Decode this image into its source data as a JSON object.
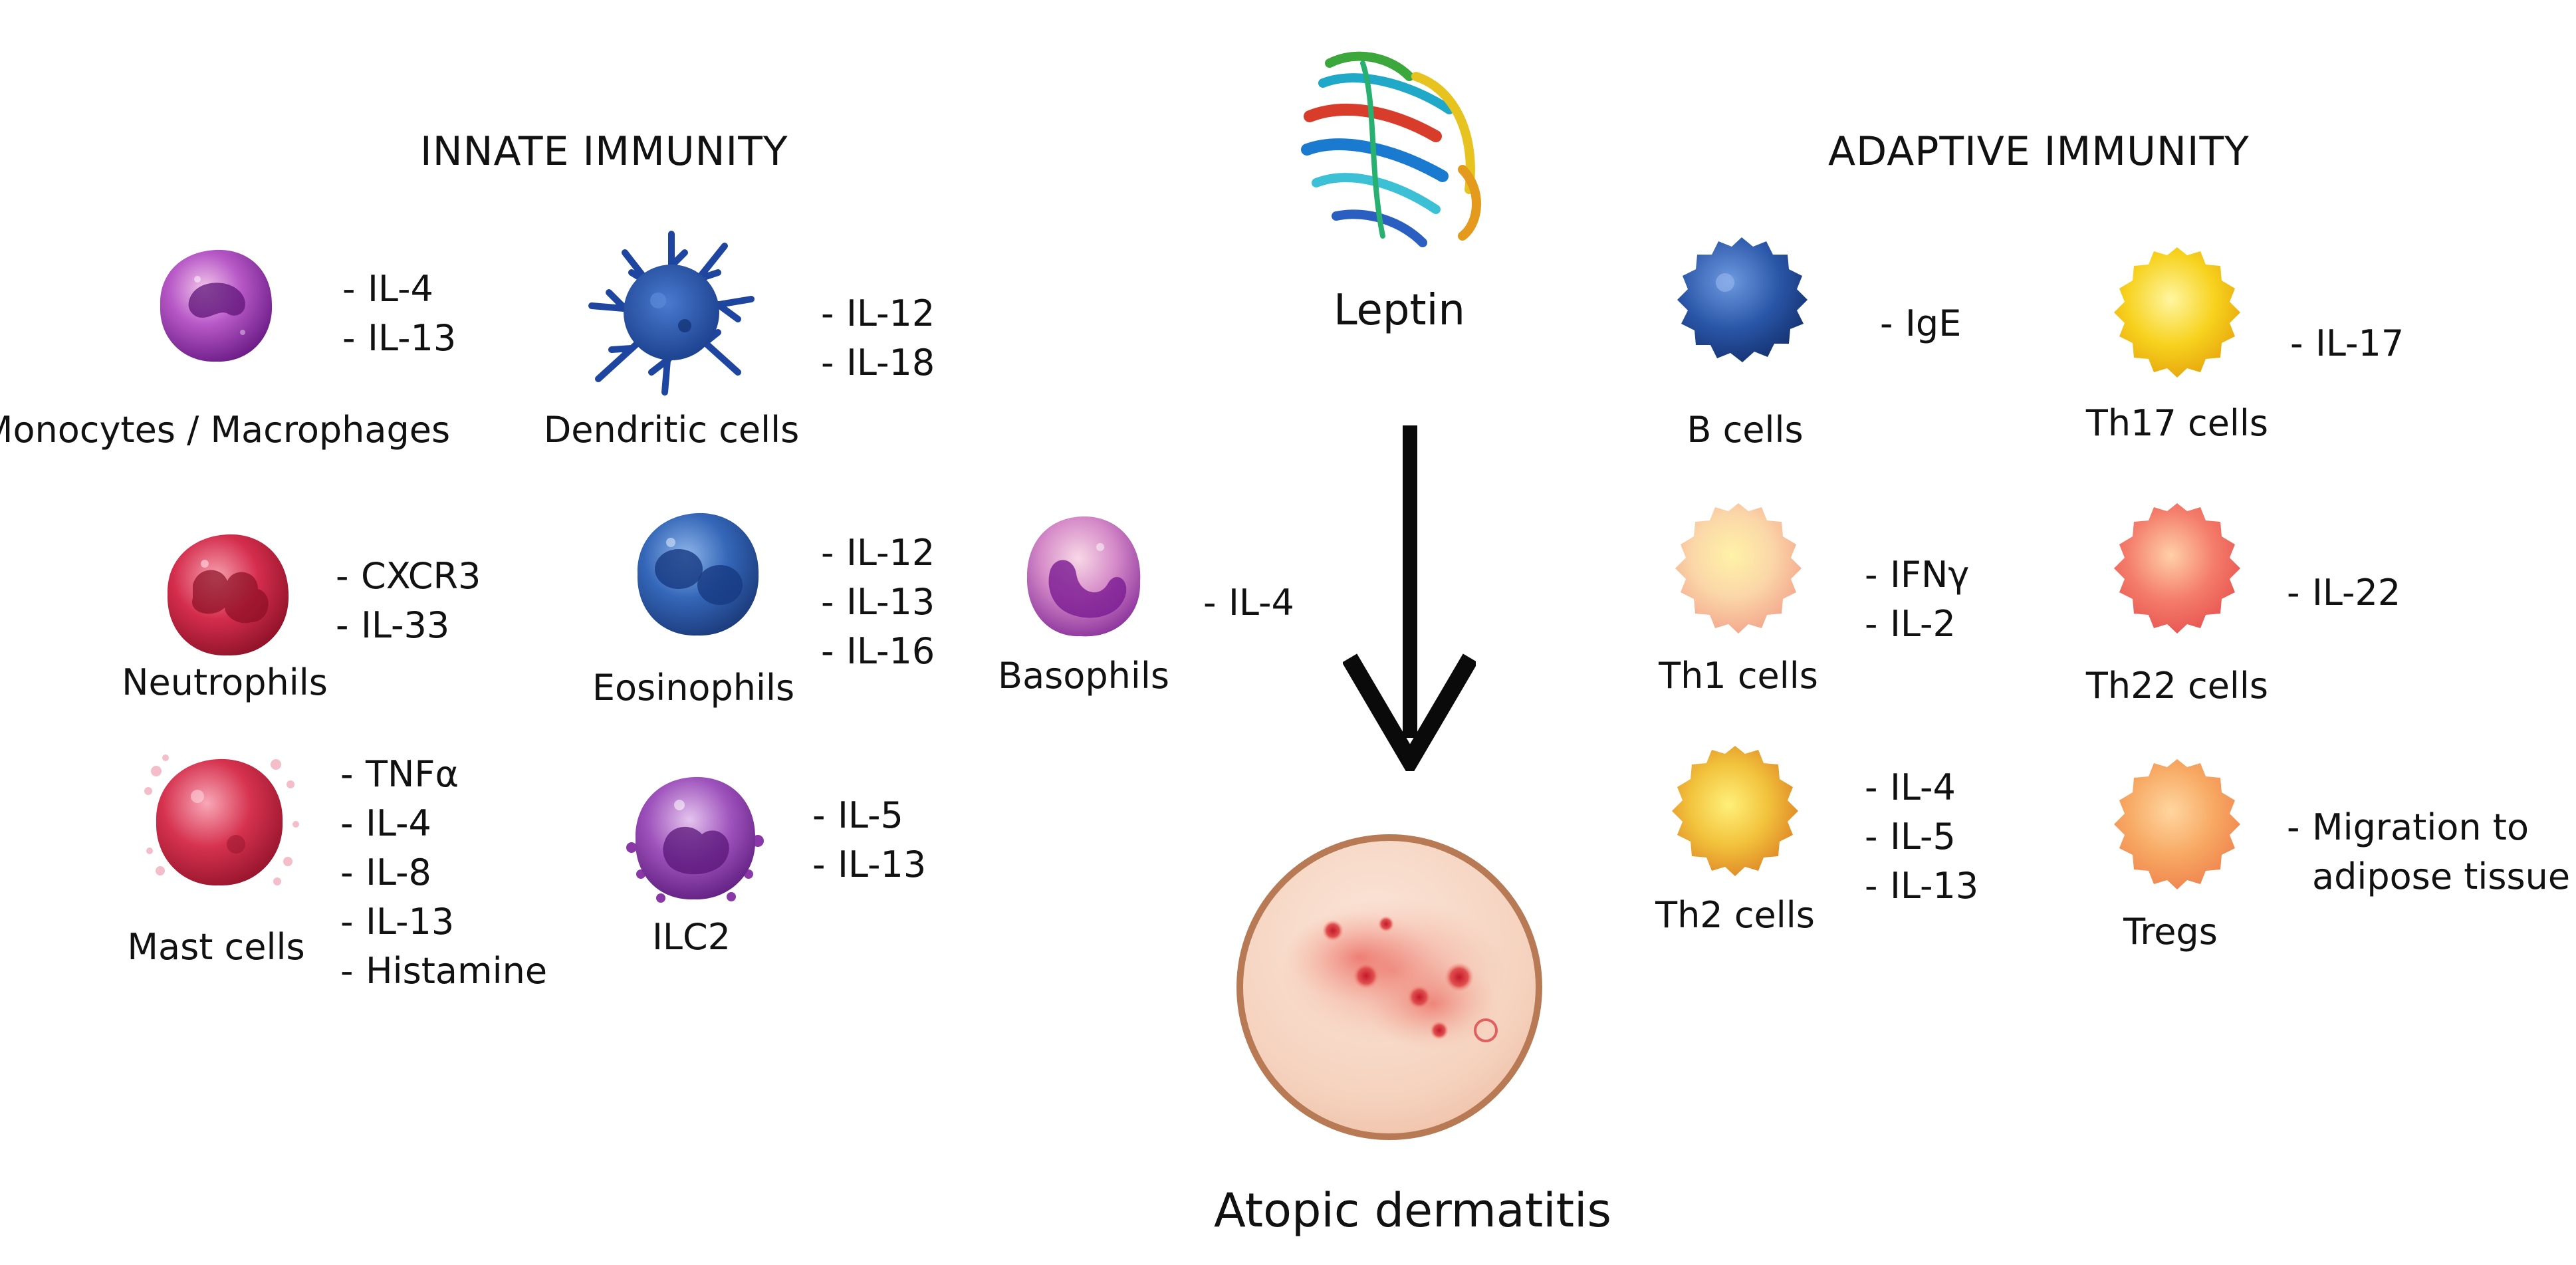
{
  "innate": {
    "heading": "INNATE IMMUNITY",
    "cells": [
      {
        "label": "Monocytes / Macrophages",
        "markers": [
          "IL-4",
          "IL-13"
        ]
      },
      {
        "label": "Dendritic cells",
        "markers": [
          "IL-12",
          "IL-18"
        ]
      },
      {
        "label": "Neutrophils",
        "markers": [
          "CXCR3",
          "IL-33"
        ]
      },
      {
        "label": "Eosinophils",
        "markers": [
          "IL-12",
          "IL-13",
          "IL-16"
        ]
      },
      {
        "label": "Basophils",
        "markers": [
          "IL-4"
        ]
      },
      {
        "label": "Mast cells",
        "markers": [
          "TNFα",
          "IL-4",
          "IL-8",
          "IL-13",
          "Histamine"
        ]
      },
      {
        "label": "ILC2",
        "markers": [
          "IL-5",
          "IL-13"
        ]
      }
    ]
  },
  "adaptive": {
    "heading": "ADAPTIVE IMMUNITY",
    "cells": [
      {
        "label": "B cells",
        "markers": [
          "IgE"
        ]
      },
      {
        "label": "Th17 cells",
        "markers": [
          "IL-17"
        ]
      },
      {
        "label": "Th1 cells",
        "markers": [
          "IFNγ",
          "IL-2"
        ]
      },
      {
        "label": "Th22 cells",
        "markers": [
          "IL-22"
        ]
      },
      {
        "label": "Th2 cells",
        "markers": [
          "IL-4",
          "IL-5",
          "IL-13"
        ]
      },
      {
        "label": "Tregs",
        "markers": [
          "Migration to",
          "adipose tissue"
        ]
      }
    ]
  },
  "center": {
    "leptin_label": "Leptin",
    "outcome_label": "Atopic dermatitis"
  },
  "icons": {
    "monocyte": "monocyte-macrophage-cell-icon",
    "dendritic": "dendritic-cell-icon",
    "neutrophil": "neutrophil-cell-icon",
    "eosinophil": "eosinophil-cell-icon",
    "basophil": "basophil-cell-icon",
    "mast": "mast-cell-icon",
    "ilc2": "ilc2-cell-icon",
    "bcell": "b-cell-icon",
    "th17": "th17-cell-icon",
    "th1": "th1-cell-icon",
    "th22": "th22-cell-icon",
    "th2": "th2-cell-icon",
    "treg": "treg-cell-icon",
    "leptin": "leptin-protein-structure-icon",
    "arrow": "down-arrow-icon",
    "skin": "skin-lesion-icon"
  },
  "colors": {
    "monocyte": "#8e2ea6",
    "dendritic": "#2552a8",
    "neutrophil": "#c8203c",
    "eosinophil": "#2f5fb0",
    "basophil": "#9a3aa8",
    "mast": "#d02846",
    "ilc2": "#8a38a8",
    "bcell": "#244e9e",
    "th17": "#f2c21a",
    "th1": "#f7c49a",
    "th22": "#f07060",
    "th2": "#e0882a",
    "treg": "#f4a060",
    "skin_fill": "#f7d7c5",
    "skin_border": "#b77a55",
    "lesion": "#e04444"
  }
}
